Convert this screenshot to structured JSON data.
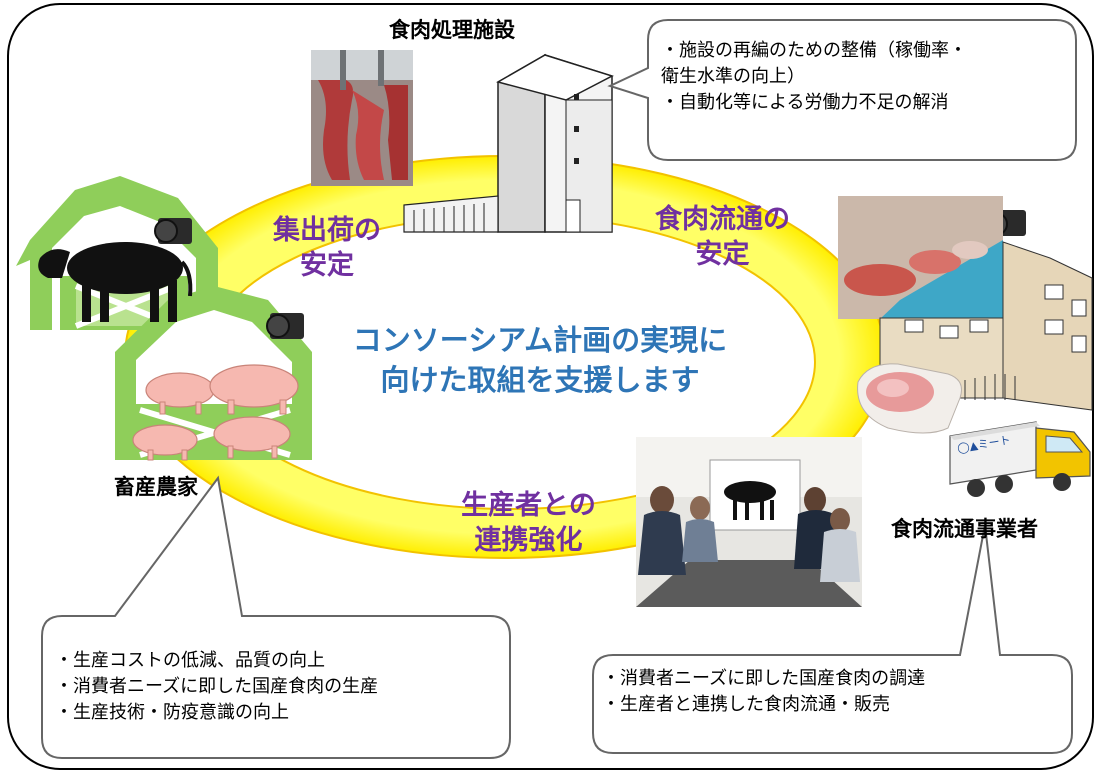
{
  "nodes": {
    "facility": "食肉処理施設",
    "farmer": "畜産農家",
    "distributor": "食肉流通事業者"
  },
  "arc_labels": {
    "shipping": [
      "集出荷の",
      "安定"
    ],
    "distribution": [
      "食肉流通の",
      "安定"
    ],
    "cooperation": [
      "生産者との",
      "連携強化"
    ]
  },
  "center_message": [
    "コンソーシアム計画の実現に",
    "向けた取組を支援します"
  ],
  "callouts": {
    "facility": [
      "・施設の再編のための整備（稼働率・",
      "衛生水準の向上）",
      "・自動化等による労働力不足の解消"
    ],
    "farmer": [
      "・生産コストの低減、品質の向上",
      "・消費者ニーズに即した国産食肉の生産",
      "・生産技術・防疫意識の向上"
    ],
    "distributor": [
      "・消費者ニーズに即した国産食肉の調達",
      "・生産者と連携した食肉流通・販売"
    ]
  },
  "truck_sign": "◯▲ミート",
  "colors": {
    "ring": "#ffff33",
    "ring_edge": "#f2c200",
    "arc_text": "#7030a0",
    "center_text": "#2e75b6",
    "barn": "#8fce5a"
  }
}
